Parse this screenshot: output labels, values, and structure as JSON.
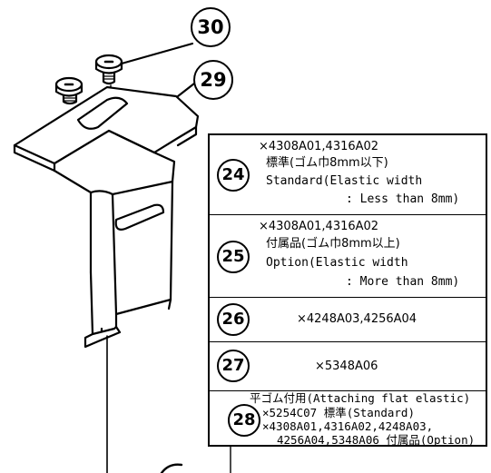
{
  "callouts": {
    "c30": "30",
    "c29": "29"
  },
  "table": {
    "rows": [
      {
        "num": "24",
        "lines": [
          "×4308A01,4316A02",
          "標準(ゴム巾8mm以下)",
          "Standard(Elastic width",
          ": Less than 8mm)"
        ]
      },
      {
        "num": "25",
        "lines": [
          "×4308A01,4316A02",
          "付属品(ゴム巾8mm以上)",
          "Option(Elastic width",
          ": More than 8mm)"
        ]
      },
      {
        "num": "26",
        "lines": [
          "×4248A03,4256A04"
        ]
      },
      {
        "num": "27",
        "lines": [
          "×5348A06"
        ]
      },
      {
        "num": "28",
        "lines": [
          "平ゴム付用(Attaching flat elastic)",
          "×5254C07 標準(Standard)",
          "×4308A01,4316A02,4248A03,",
          "4256A04,5348A06 付属品(Option)"
        ]
      }
    ]
  }
}
